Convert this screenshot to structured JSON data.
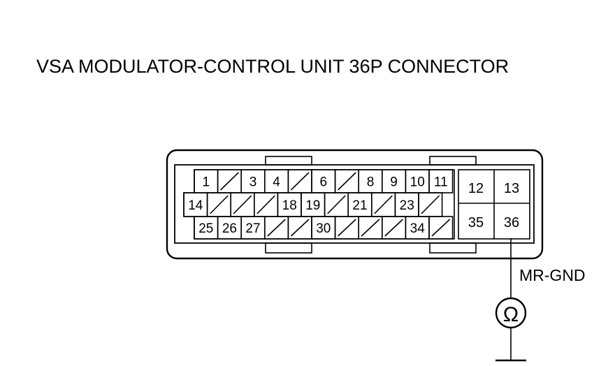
{
  "title": "VSA MODULATOR-CONTROL UNIT 36P CONNECTOR",
  "connector": {
    "row1": [
      "1",
      "",
      "3",
      "4",
      "",
      "6",
      "",
      "8",
      "9",
      "10",
      "11"
    ],
    "row2": [
      "14",
      "",
      "",
      "",
      "18",
      "19",
      "",
      "21",
      "",
      "23",
      ""
    ],
    "row3": [
      "25",
      "26",
      "27",
      "",
      "",
      "30",
      "",
      "",
      "",
      "34",
      ""
    ],
    "right_block": [
      "12",
      "13",
      "35",
      "36"
    ]
  },
  "wire_label": "MR-GND",
  "ohmmeter_icon": "ohm-meter-icon",
  "ohm_symbol": "Ω",
  "ground_icon": "ground-icon",
  "colors": {
    "line": "#000000",
    "background": "#ffffff"
  }
}
